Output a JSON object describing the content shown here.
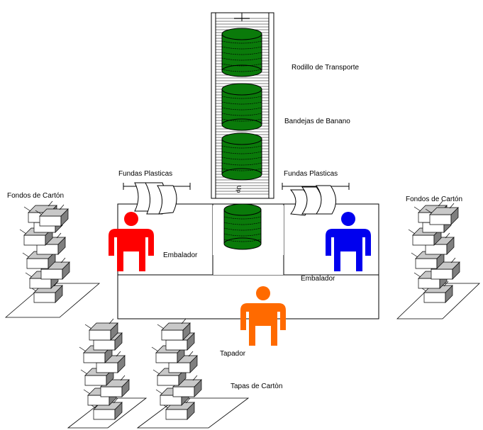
{
  "labels": {
    "roller": "Rodillo de Transporte",
    "trays": "Bandejas de Banano",
    "bags_left": "Fundas Plasticas",
    "bags_right": "Fundas Plasticas",
    "bottoms_left": "Fondos de Cartón",
    "bottoms_right": "Fondos de Cartón",
    "packer_left": "Embalador",
    "packer_right": "Embalador",
    "lidder": "Tapador",
    "lids": "Tapas de Cartòn",
    "conveyor_arrow": "Up"
  },
  "colors": {
    "tray_green": "#0a7a0a",
    "packer_left": "#ff0000",
    "packer_right": "#0000ee",
    "lidder": "#ff6a00",
    "box_face": "#ffffff",
    "box_shade": "#7f7f7f"
  }
}
